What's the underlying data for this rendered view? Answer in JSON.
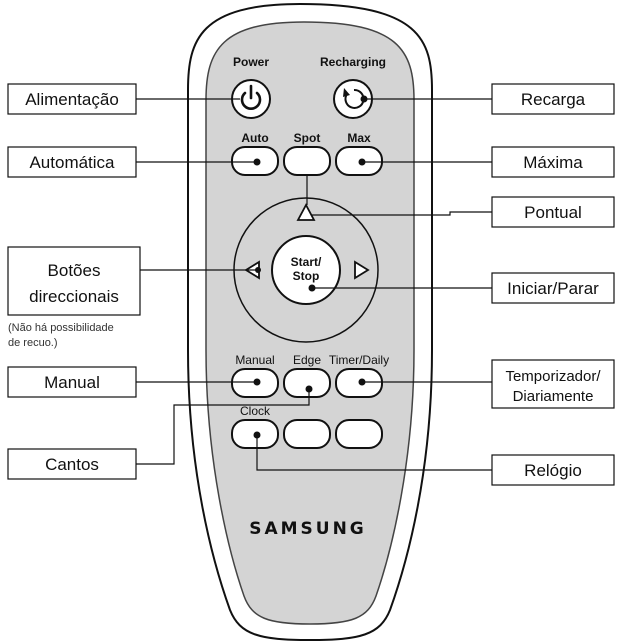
{
  "remote": {
    "brand": "SAMSUNG",
    "buttons": {
      "power": "Power",
      "recharging": "Recharging",
      "auto": "Auto",
      "spot": "Spot",
      "max": "Max",
      "start_stop_line1": "Start/",
      "start_stop_line2": "Stop",
      "manual": "Manual",
      "edge": "Edge",
      "timer_daily": "Timer/Daily",
      "clock": "Clock"
    }
  },
  "callouts": {
    "alimentacao": "Alimentação",
    "recarga": "Recarga",
    "automatica": "Automática",
    "maxima": "Máxima",
    "pontual": "Pontual",
    "botoes_line1": "Botões",
    "botoes_line2": "direccionais",
    "iniciar_parar": "Iniciar/Parar",
    "manual": "Manual",
    "temporizador_line1": "Temporizador/",
    "temporizador_line2": "Diariamente",
    "cantos": "Cantos",
    "relogio": "Relógio"
  },
  "note": {
    "line1": "(Não há possibilidade",
    "line2": "de recuo.)"
  }
}
